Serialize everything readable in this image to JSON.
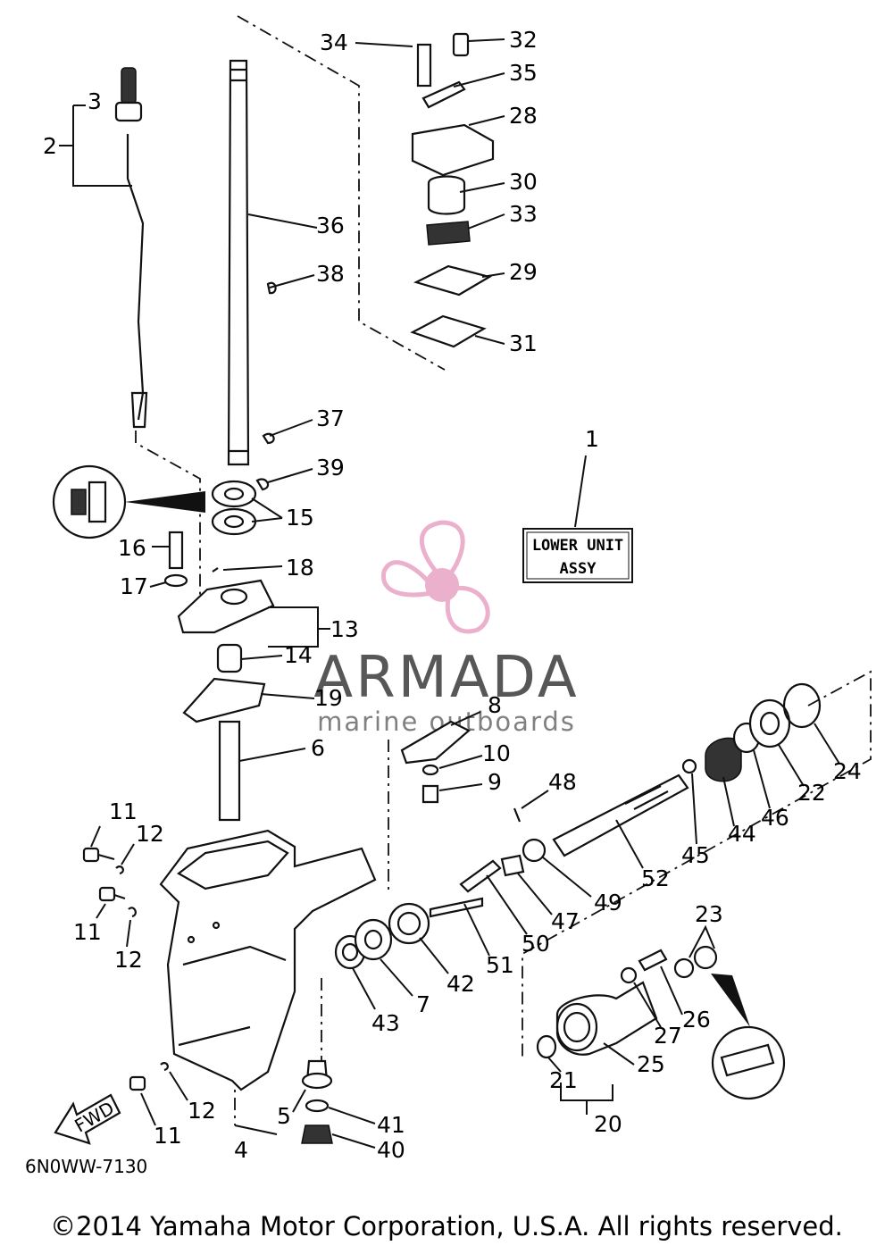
{
  "diagram": {
    "assembly_label_line1": "LOWER UNIT",
    "assembly_label_line2": "ASSY",
    "forward_label": "FWD",
    "drawing_code": "6N0WW-7130",
    "callouts": [
      "1",
      "2",
      "3",
      "4",
      "5",
      "6",
      "7",
      "8",
      "9",
      "10",
      "11",
      "11",
      "11",
      "12",
      "12",
      "12",
      "13",
      "14",
      "15",
      "16",
      "17",
      "18",
      "19",
      "20",
      "21",
      "22",
      "23",
      "24",
      "25",
      "26",
      "27",
      "28",
      "29",
      "30",
      "31",
      "32",
      "33",
      "34",
      "35",
      "36",
      "37",
      "38",
      "39",
      "40",
      "41",
      "42",
      "43",
      "44",
      "45",
      "46",
      "47",
      "48",
      "49",
      "50",
      "51",
      "52"
    ]
  },
  "watermark": {
    "brand": "ARMADA",
    "tagline": "marine outboards",
    "color": "#e8a3c4"
  },
  "footer": {
    "copyright": "©2014 Yamaha Motor Corporation, U.S.A. All rights reserved."
  }
}
